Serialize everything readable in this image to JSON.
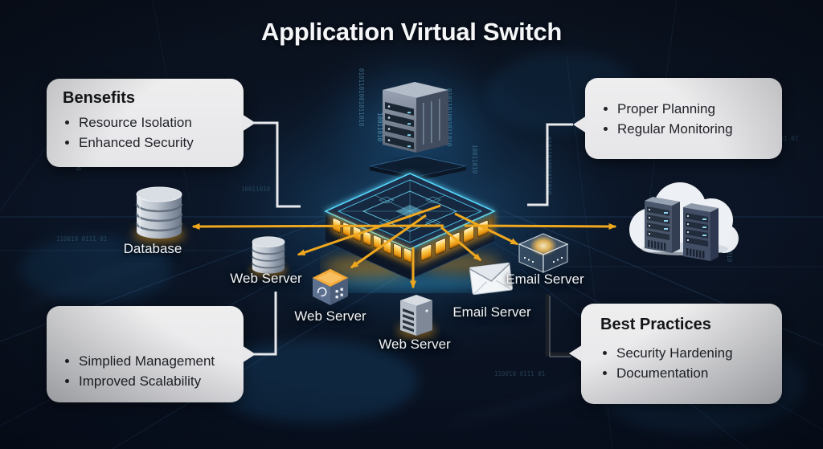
{
  "title": "Application Virtual Switch",
  "colors": {
    "background": "#0a1322",
    "accent_cyan": "#54d4f8",
    "arrow_orange": "#efa81e",
    "callout_bg": "#e8e8ea",
    "callout_text": "#1b1c1f",
    "label_text": "#f1f4f7"
  },
  "callouts": {
    "benefits": {
      "heading": "Bensefits",
      "items": [
        "Resource Isolation",
        "Enhanced Security"
      ]
    },
    "top_right": {
      "items": [
        "Proper Planning",
        "Regular Monitoring"
      ]
    },
    "bottom_left": {
      "items": [
        "Simplied Management",
        "Improved Scalability"
      ]
    },
    "best_practices": {
      "heading": "Best Practices",
      "items": [
        "Security Hardening",
        "Documentation"
      ]
    }
  },
  "nodes": {
    "switch": {
      "icon": "network-switch-icon"
    },
    "server_above_switch": {
      "icon": "server-tower-icon"
    },
    "database": {
      "label": "Database",
      "icon": "database-cylinder-icon"
    },
    "web_server_left": {
      "label": "Web Server",
      "icon": "database-cylinder-icon"
    },
    "web_server_cube": {
      "label": "Web Server",
      "icon": "app-cube-icon"
    },
    "web_server_tower": {
      "label": "Web Server",
      "icon": "server-tower-icon"
    },
    "email_server_cube": {
      "label": "Email Server",
      "icon": "glowing-cube-icon"
    },
    "email_server_envelope": {
      "label": "Email Server",
      "icon": "envelope-icon"
    },
    "cloud_datacenter": {
      "icon": "cloud-servers-icon"
    }
  },
  "bg": {
    "binary_a": "0101101001011010",
    "binary_b": "10011010",
    "binary_c": "110010 0111 01"
  }
}
